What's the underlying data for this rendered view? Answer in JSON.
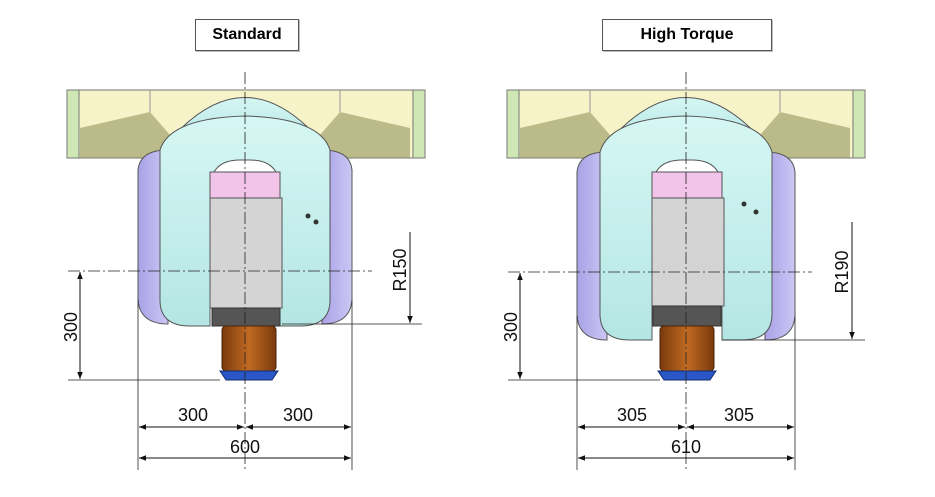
{
  "variants": [
    {
      "title": "Standard",
      "height_dim": "300",
      "left_half_dim": "300",
      "right_half_dim": "300",
      "total_width_dim": "600",
      "radius_dim": "R150"
    },
    {
      "title": "High Torque",
      "height_dim": "300",
      "left_half_dim": "305",
      "right_half_dim": "305",
      "total_width_dim": "610",
      "radius_dim": "R190"
    }
  ],
  "colors": {
    "mount_plate": "#f6f3c8",
    "yoke_body": "#c8f0ee",
    "side_cover": "#b9b4ec",
    "motor_housing": "#d4d4d4",
    "motor_top": "#f2c4ea",
    "motor_brown": "#a65418",
    "motor_base": "#2a56c8"
  }
}
